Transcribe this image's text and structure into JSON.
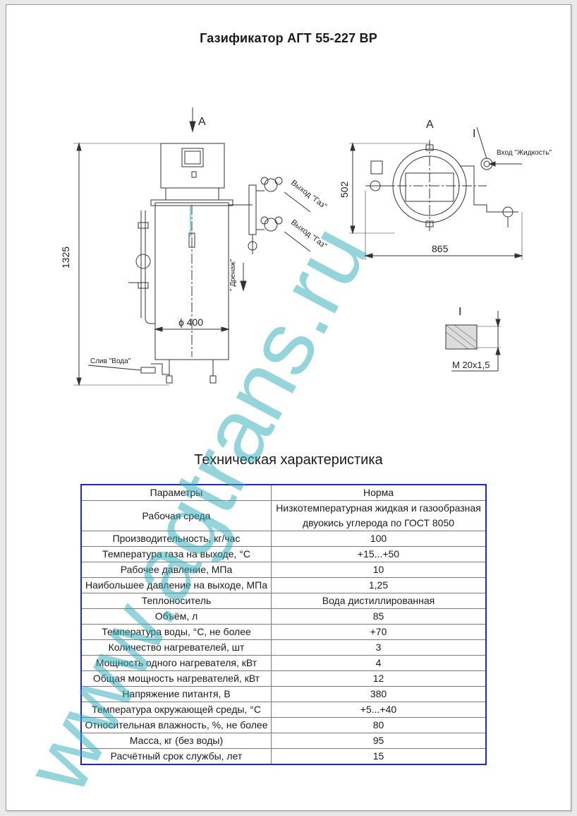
{
  "title": "Газификатор АГТ 55-227 ВР",
  "drawing": {
    "view_a_mark": "A",
    "view_a_label": "A",
    "detail_mark": "I",
    "detail_label": "I",
    "height_dim": "1325",
    "diameter_dim": "ϕ 400",
    "top_height_dim": "502",
    "width_dim": "865",
    "thread_dim": "М 20х1,5",
    "gas_outlet_1": "Выход \"Газ\"",
    "gas_outlet_2": "Выход \"Газ\"",
    "drain_label": "\" Дренаж\"",
    "water_drain_label": "Слив \"Вода\"",
    "liquid_inlet_label": "Вход \"Жидкость\""
  },
  "spec": {
    "heading": "Техническая характеристика",
    "col_params": "Параметры",
    "col_norm": "Норма",
    "rows": [
      {
        "param": "Рабочая среда",
        "value": "Низкотемпературная жидкая и газообразная",
        "value2": "двуокись углерода по ГОСТ 8050"
      },
      {
        "param": "Производительность, кг/час",
        "value": "100"
      },
      {
        "param": "Температура газа на выходе, °С",
        "value": "+15...+50"
      },
      {
        "param": "Рабочее давление, МПа",
        "value": "10"
      },
      {
        "param": "Наибольшее давление на выходе, МПа",
        "value": "1,25"
      },
      {
        "param": "Теплоноситель",
        "value": "Вода дистиллированная"
      },
      {
        "param": "Объём, л",
        "value": "85"
      },
      {
        "param": "Температура воды, °С, не более",
        "value": "+70"
      },
      {
        "param": "Количество нагревателей, шт",
        "value": "3"
      },
      {
        "param": "Мощность одного нагревателя, кВт",
        "value": "4"
      },
      {
        "param": "Общая мощность нагревателей, кВт",
        "value": "12"
      },
      {
        "param": "Напряжение питантя, В",
        "value": "380"
      },
      {
        "param": "Температура окружающей среды, °С",
        "value": "+5...+40"
      },
      {
        "param": "Относительная влажность, %, не более",
        "value": "80"
      },
      {
        "param": "Масса, кг (без воды)",
        "value": "95"
      },
      {
        "param": "Расчётный срок службы, лет",
        "value": "15"
      }
    ]
  },
  "watermark": "www.agtrans.ru",
  "colors": {
    "table_border": "#1f27c9",
    "watermark": "#2aa9b5"
  }
}
